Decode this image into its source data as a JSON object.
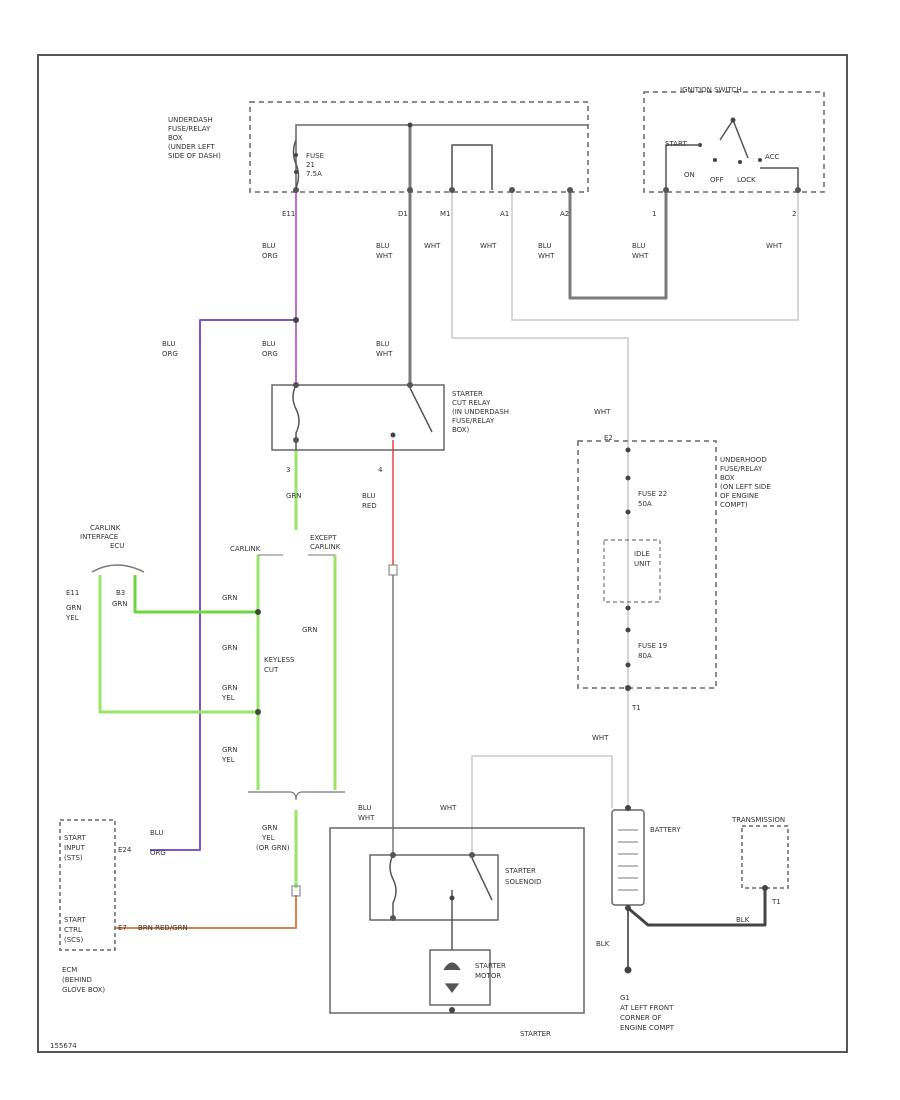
{
  "labels": {
    "underdash_box": [
      "UNDERDASH",
      "FUSE/RELAY",
      "BOX",
      "(UNDER LEFT",
      "SIDE OF DASH)"
    ],
    "fuse_21": [
      "FUSE",
      "21",
      "7.5A"
    ],
    "ignition_switch": "IGNITION SWITCH",
    "sw_start": "START",
    "sw_on": "ON",
    "sw_off": "OFF",
    "sw_acc": "ACC",
    "sw_lock": "LOCK",
    "pin_e11": "E11",
    "pin_d1": "D1",
    "pin_m1": "M1",
    "pin_a1": "A1",
    "pin_a2": "A2",
    "pin_sw1": "1",
    "pin_sw2": "2",
    "w_blu_org_top": [
      "BLU",
      "ORG"
    ],
    "w_blu_wht_d1": [
      "BLU",
      "WHT"
    ],
    "w_wht_m1": "WHT",
    "w_wht_a1": "WHT",
    "w_blu_wht_a2": [
      "BLU",
      "WHT"
    ],
    "w_blu_wht_sw1": [
      "BLU",
      "WHT"
    ],
    "w_wht_sw2": "WHT",
    "w_blu_org_left": [
      "BLU",
      "ORG"
    ],
    "w_blu_org_mid": [
      "BLU",
      "ORG"
    ],
    "w_blu_wht_mid": [
      "BLU",
      "WHT"
    ],
    "starter_cut_relay": [
      "STARTER",
      "CUT RELAY",
      "(IN UNDERDASH",
      "FUSE/RELAY",
      "BOX)"
    ],
    "pin_3": "3",
    "pin_4": "4",
    "w_grn_relay": "GRN",
    "w_blu_red": [
      "BLU",
      "RED"
    ],
    "w_wht_right": "WHT",
    "underhood_box": [
      "UNDERHOOD",
      "FUSE/RELAY",
      "BOX",
      "(ON LEFT SIDE",
      "OF ENGINE",
      "COMPT)"
    ],
    "fuse_22": [
      "FUSE 22",
      "50A"
    ],
    "fuse_19": [
      "FUSE 19",
      "80A"
    ],
    "idle_unit": [
      "IDLE",
      "UNIT"
    ],
    "pin_e2": "E2",
    "pin_t1": "T1",
    "carlink_interface": [
      "CARLINK",
      "INTERFACE",
      "ECU"
    ],
    "carlink": "CARLINK",
    "except_carlink": [
      "EXCEPT",
      "CARLINK"
    ],
    "pin_e11_left": "E11",
    "pin_b3": "B3",
    "w_grn_yel_left": [
      "GRN",
      "YEL"
    ],
    "w_grn_b3": "GRN",
    "w_grn_1": "GRN",
    "w_grn_2": "GRN",
    "w_grn_3": "GRN",
    "w_grn_yel_2": [
      "GRN",
      "YEL"
    ],
    "w_grn_yel_3": [
      "GRN",
      "YEL"
    ],
    "keyless_cut": [
      "KEYLESS",
      "CUT"
    ],
    "w_blu_wht_lower": [
      "BLU",
      "WHT"
    ],
    "w_grn_yel_or_grn": [
      "GRN",
      "YEL",
      "(OR GRN)"
    ],
    "start_input": [
      "START",
      "INPUT",
      "(STS)"
    ],
    "start_ctrl": [
      "START",
      "CTRL",
      "(SCS)"
    ],
    "ecm": [
      "ECM",
      "(BEHIND",
      "GLOVE BOX)"
    ],
    "pin_e24": "E24",
    "pin_e7": "E7",
    "w_blu_org_ecm": [
      "BLU",
      "ORG"
    ],
    "w_brn_red": "BRN RED/GRN",
    "w_blu_wht_starter": [
      "BLU",
      "WHT"
    ],
    "w_wht_starter": "WHT",
    "w_wht_battery": "WHT",
    "starter_solenoid": [
      "STARTER",
      "SOLENOID"
    ],
    "starter_motor": [
      "STARTER",
      "MOTOR"
    ],
    "starter": "STARTER",
    "battery": "BATTERY",
    "transmission": "TRANSMISSION",
    "pin_t1_trans": "T1",
    "w_blk_trans": "BLK",
    "w_blk_ground": "BLK",
    "ground_g1": [
      "G1",
      "AT LEFT FRONT",
      "CORNER OF",
      "ENGINE COMPT"
    ],
    "diagram_id": "155674"
  },
  "colors": {
    "wire_gray": "#7a7a7a",
    "wire_white": "#d6d6d6",
    "wire_blu_org": "#c070d0",
    "wire_violet": "#7a56d0",
    "wire_green": "#9be46a",
    "wire_green_dark": "#6fd440",
    "wire_red": "#e84040",
    "wire_orange": "#e0804a",
    "wire_black": "#444444",
    "component": "#555555"
  }
}
